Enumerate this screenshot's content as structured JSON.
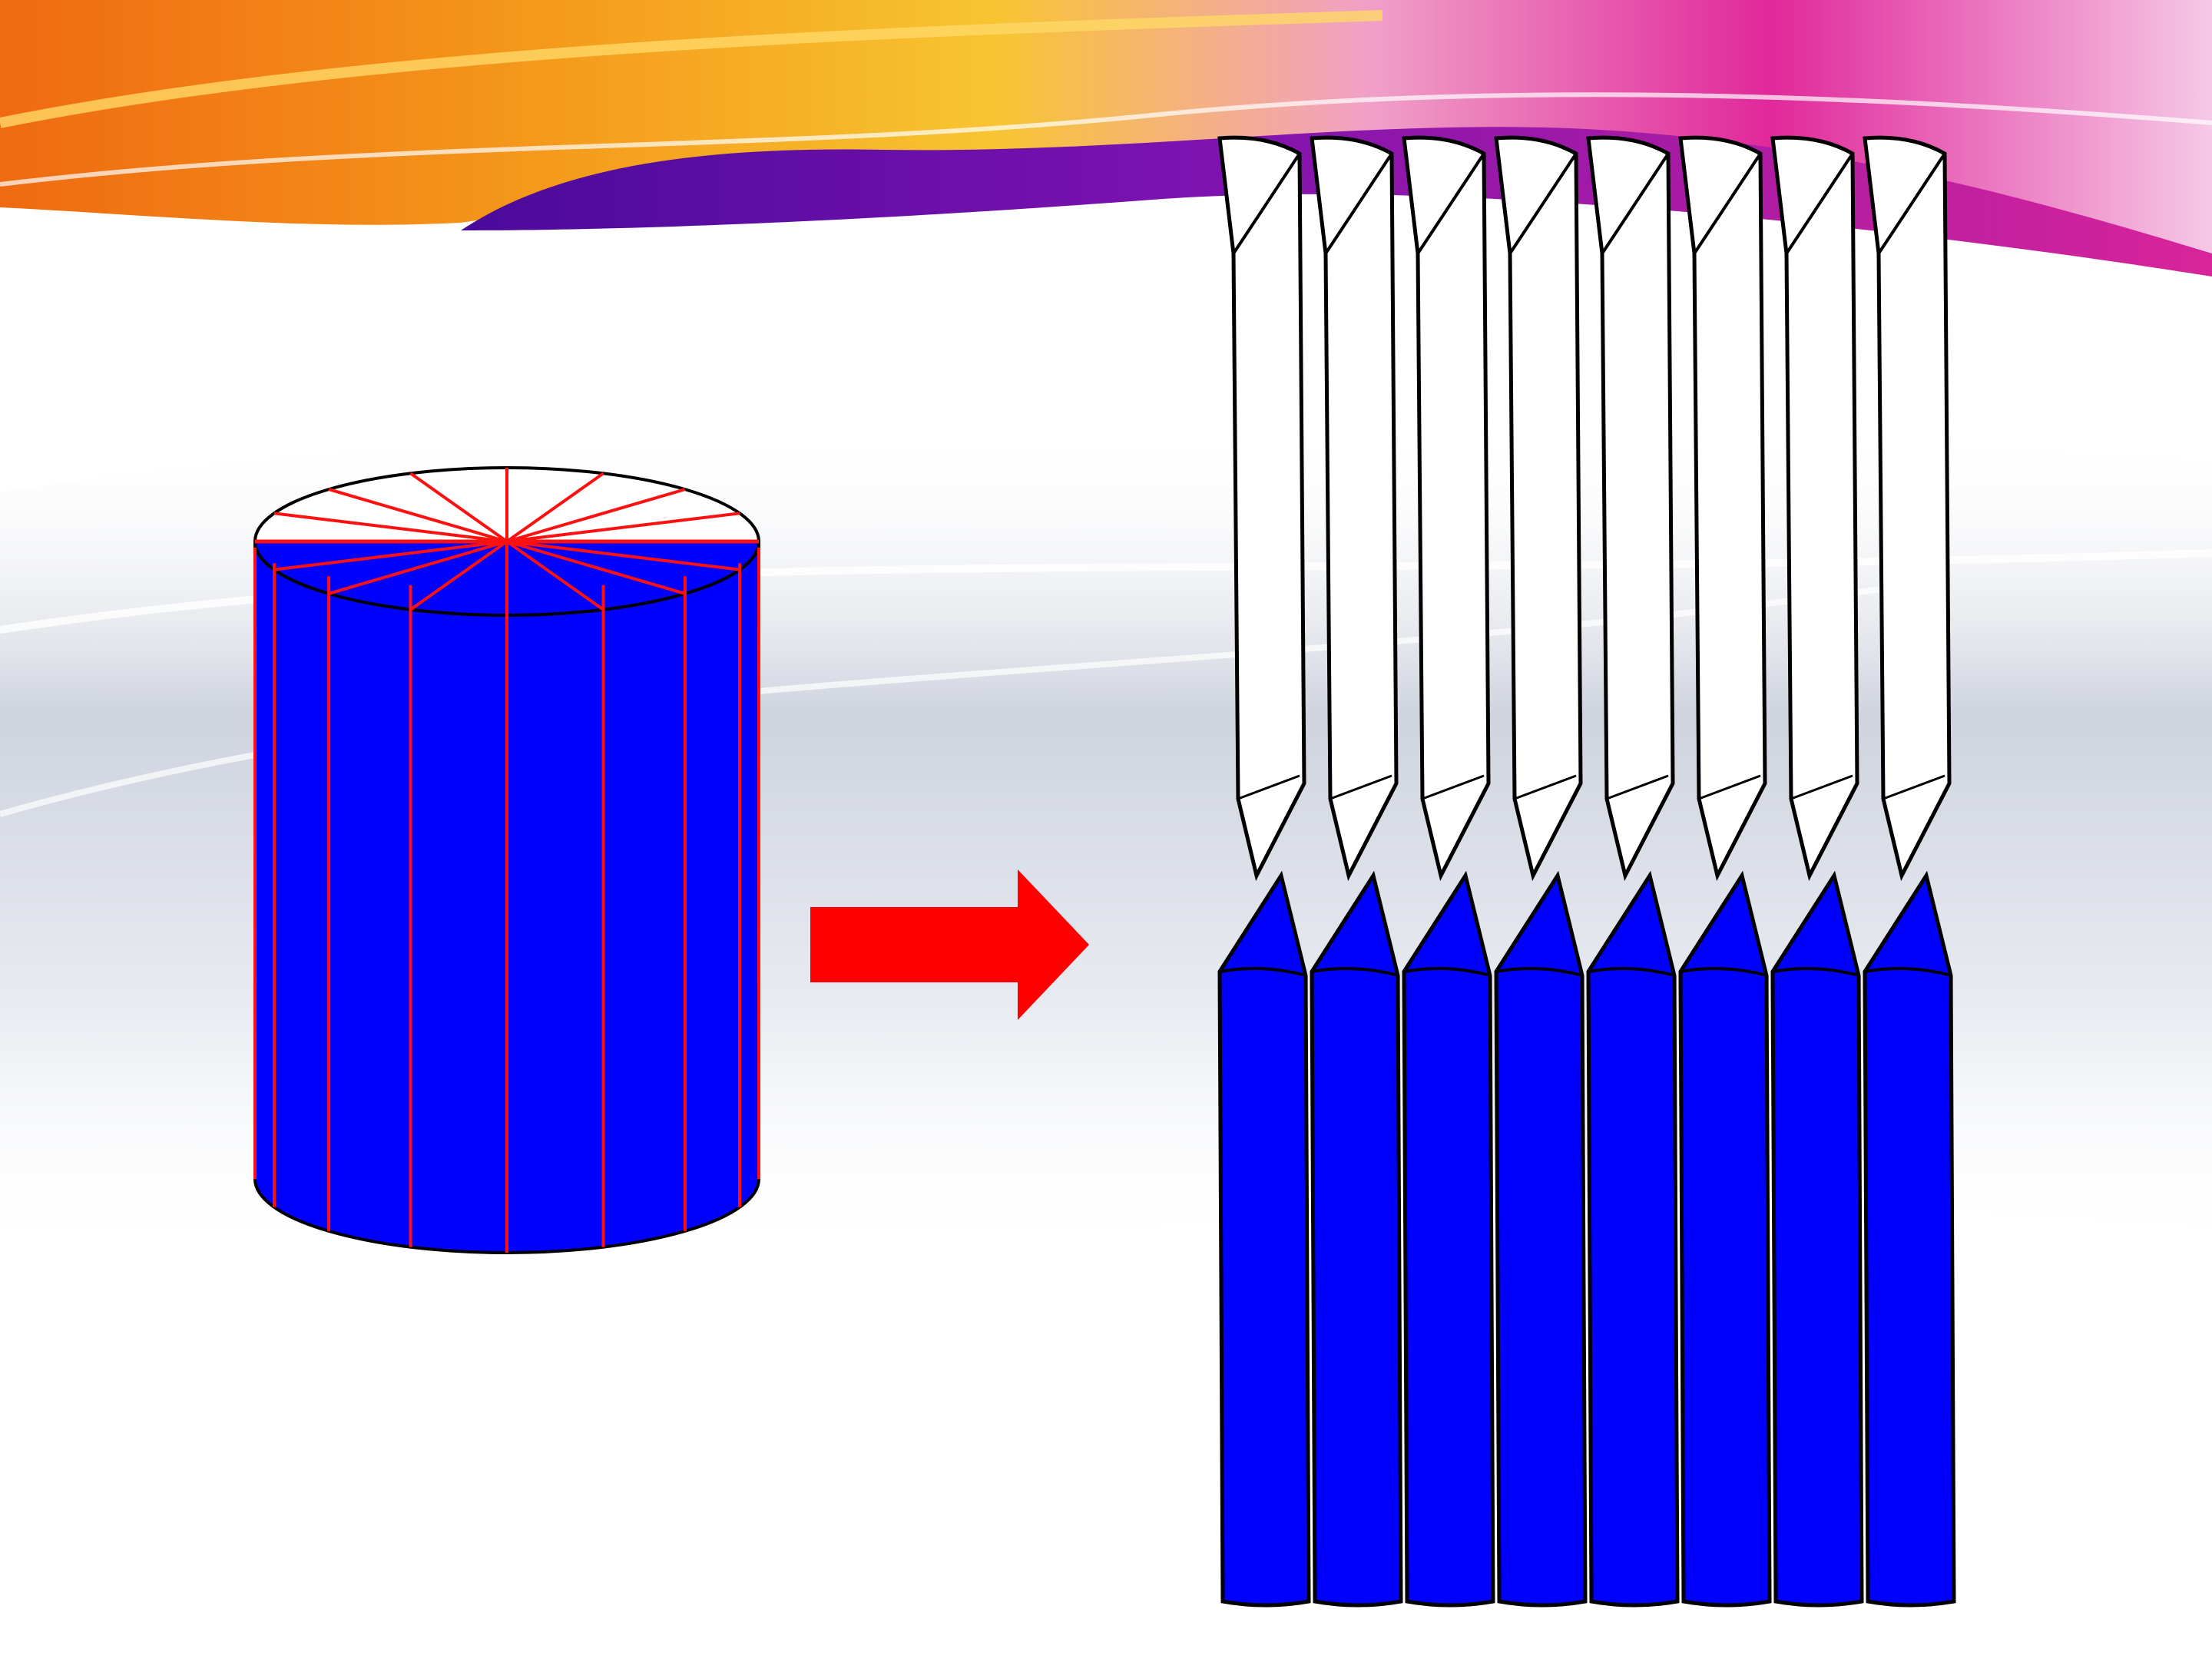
{
  "slide": {
    "background_colors": {
      "base": "#ffffff",
      "banner_orange": "#f28a10",
      "banner_yellow": "#f7c531",
      "banner_purple": "#6a12a8",
      "banner_magenta": "#e0289a",
      "haze_gray": "#cfd4de"
    }
  },
  "diagram": {
    "shape_fill": "#0000ff",
    "cap_fill": "#ffffff",
    "cut_line_color": "#ff1010",
    "outline_color": "#000000",
    "arrow_color": "#ff0000",
    "cylinder": {
      "segment_count": 16
    },
    "arrow": {
      "direction": "right"
    },
    "rearranged": {
      "strip_count": 8
    }
  }
}
